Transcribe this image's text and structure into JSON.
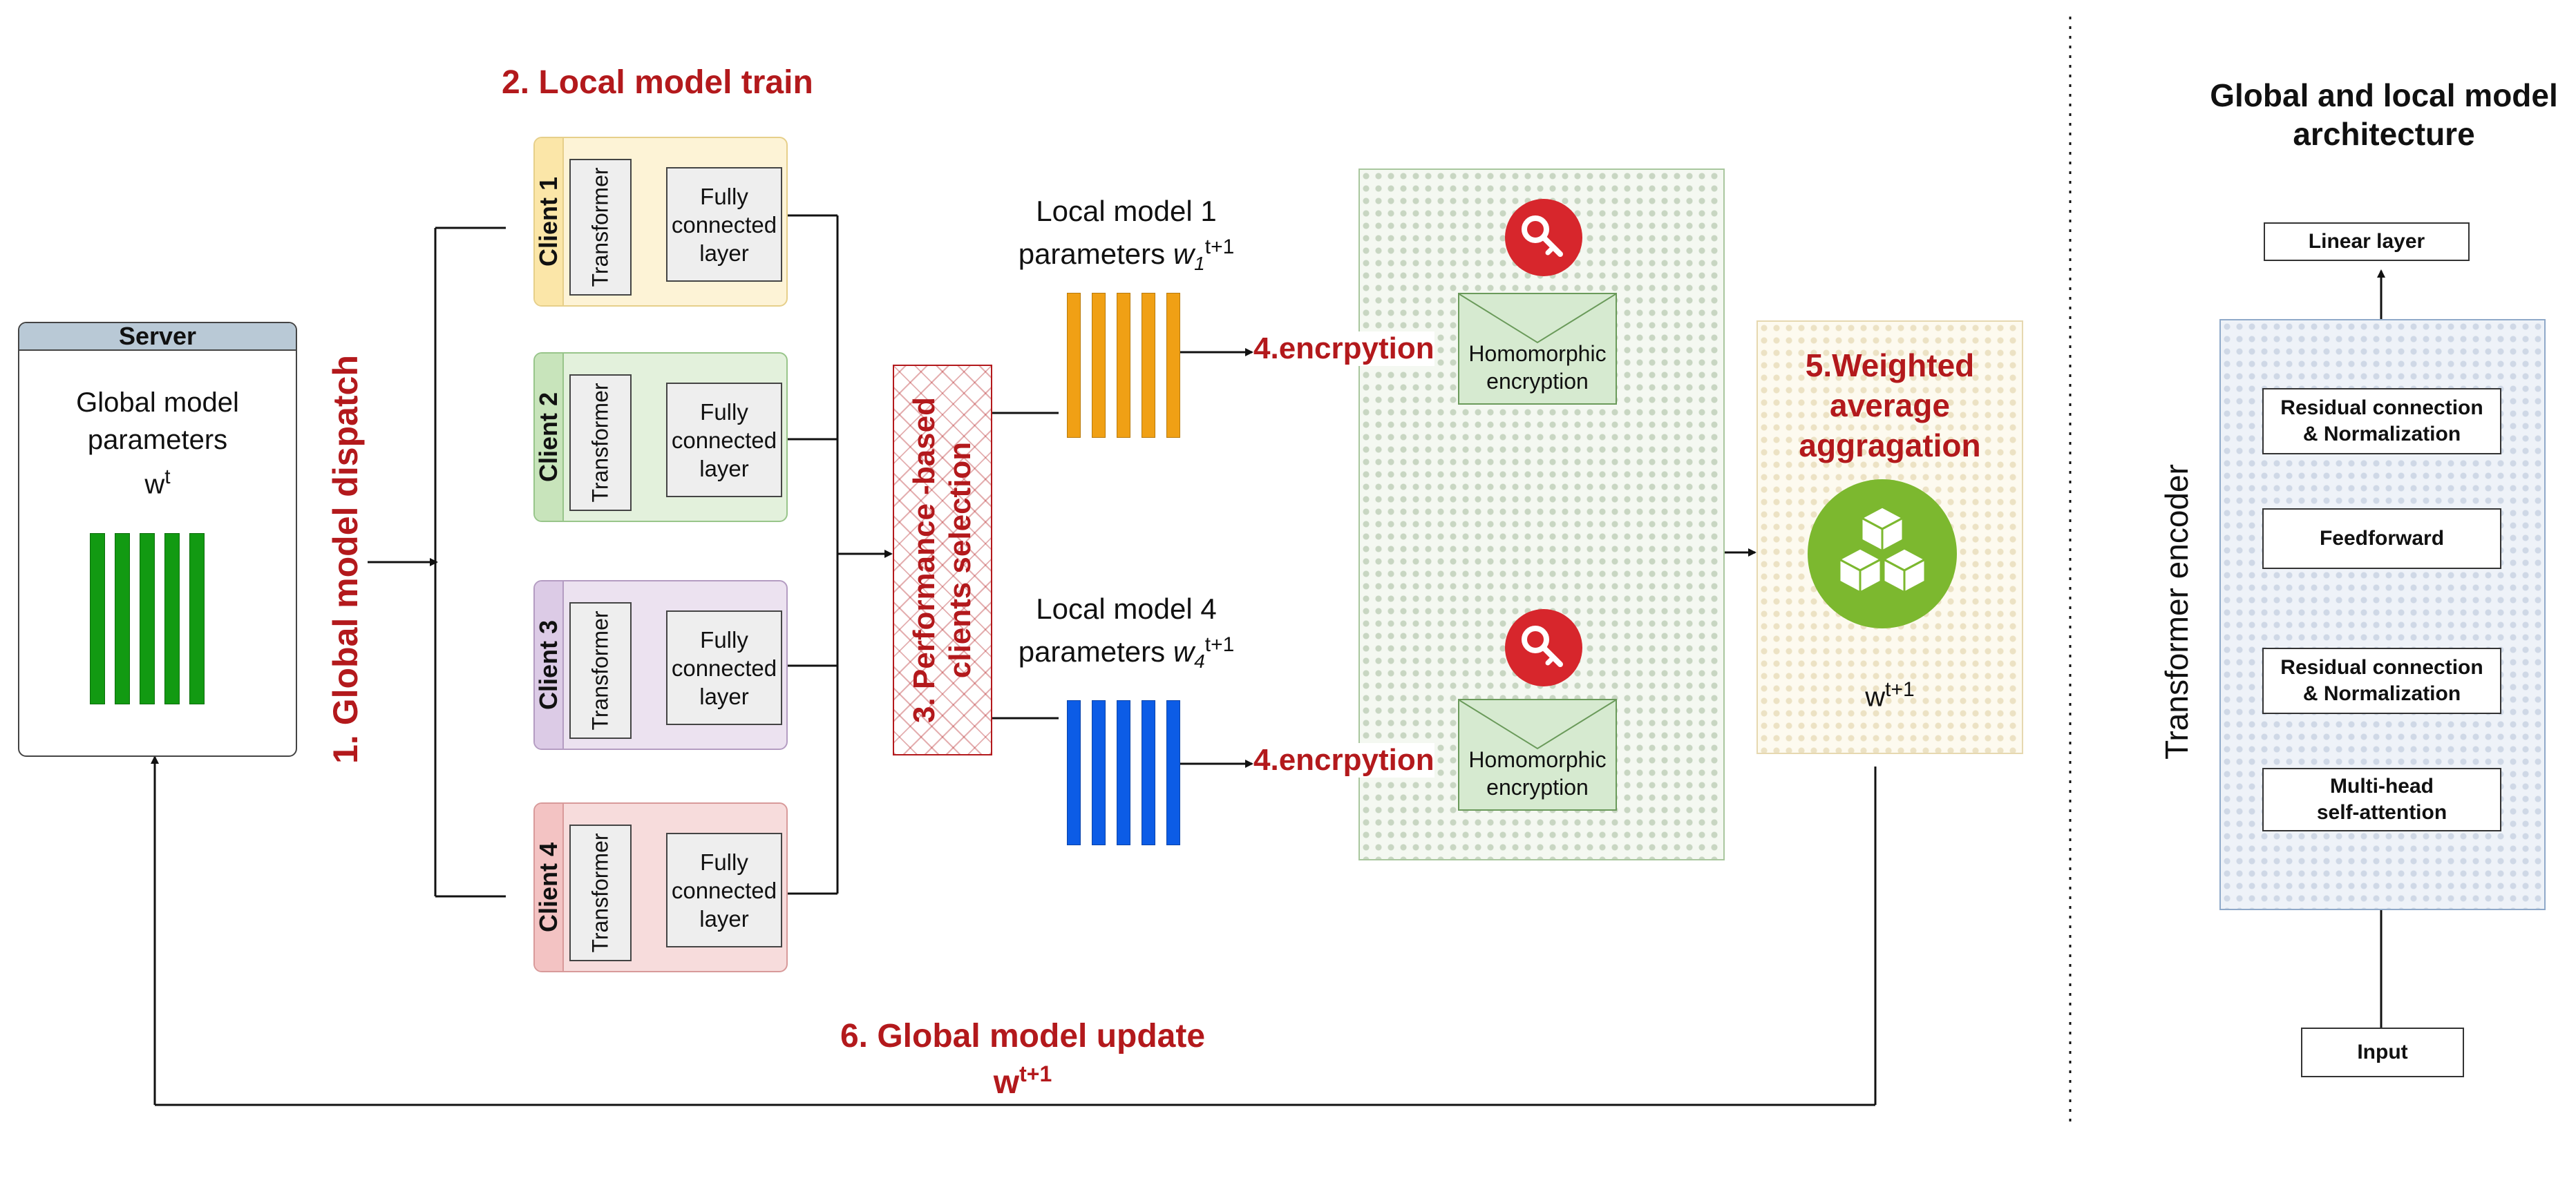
{
  "steps": {
    "dispatch": "1. Global model dispatch",
    "train": "2. Local model train",
    "selection_line1": "3. Performance -based",
    "selection_line2": "clients selection",
    "encryption": "4.encrpytion",
    "aggregation_line1": "5.Weighted",
    "aggregation_line2": "average",
    "aggregation_line3": "aggragation",
    "update": "6. Global model update",
    "update_param_base": "w",
    "update_param_sup": "t+1"
  },
  "server": {
    "title": "Server",
    "line1": "Global model",
    "line2": "parameters",
    "param_base": "w",
    "param_sup": "t"
  },
  "clients": [
    {
      "name": "Client 1",
      "module": "Transformer",
      "layer_l1": "Fully",
      "layer_l2": "connected",
      "layer_l3": "layer"
    },
    {
      "name": "Client 2",
      "module": "Transformer",
      "layer_l1": "Fully",
      "layer_l2": "connected",
      "layer_l3": "layer"
    },
    {
      "name": "Client 3",
      "module": "Transformer",
      "layer_l1": "Fully",
      "layer_l2": "connected",
      "layer_l3": "layer"
    },
    {
      "name": "Client 4",
      "module": "Transformer",
      "layer_l1": "Fully",
      "layer_l2": "connected",
      "layer_l3": "layer"
    }
  ],
  "local_models": [
    {
      "line1": "Local model 1",
      "line2": "parameters ",
      "param": "w",
      "sub": "1",
      "sup": "t+1"
    },
    {
      "line1": "Local model 4",
      "line2": "parameters ",
      "param": "w",
      "sub": "4",
      "sup": "t+1"
    }
  ],
  "homomorphic": {
    "line1": "Homomorphic",
    "line2": "encryption"
  },
  "aggregation_param": {
    "base": "w",
    "sup": "t+1"
  },
  "architecture": {
    "title_line1": "Global and local model",
    "title_line2": "architecture",
    "encoder_label": "Transformer encoder",
    "linear": "Linear layer",
    "residual_line1": "Residual connection",
    "residual_line2": "& Normalization",
    "feedforward": "Feedforward",
    "attention_line1": "Multi-head",
    "attention_line2": "self-attention",
    "input": "Input"
  },
  "colors": {
    "step_red": "#b3191c",
    "server_bars": "#129a12",
    "local_model_1_bars": "#f0a015",
    "local_model_4_bars": "#0c5ce6",
    "key": "#d7262c",
    "aggregation_icon": "#7cb82f",
    "client1": "#fdf3d6",
    "client2": "#e3f1dc",
    "client3": "#ece2f0",
    "client4": "#f7dcdc"
  },
  "icons": [
    "key-icon",
    "envelope-icon",
    "cubes-icon"
  ]
}
